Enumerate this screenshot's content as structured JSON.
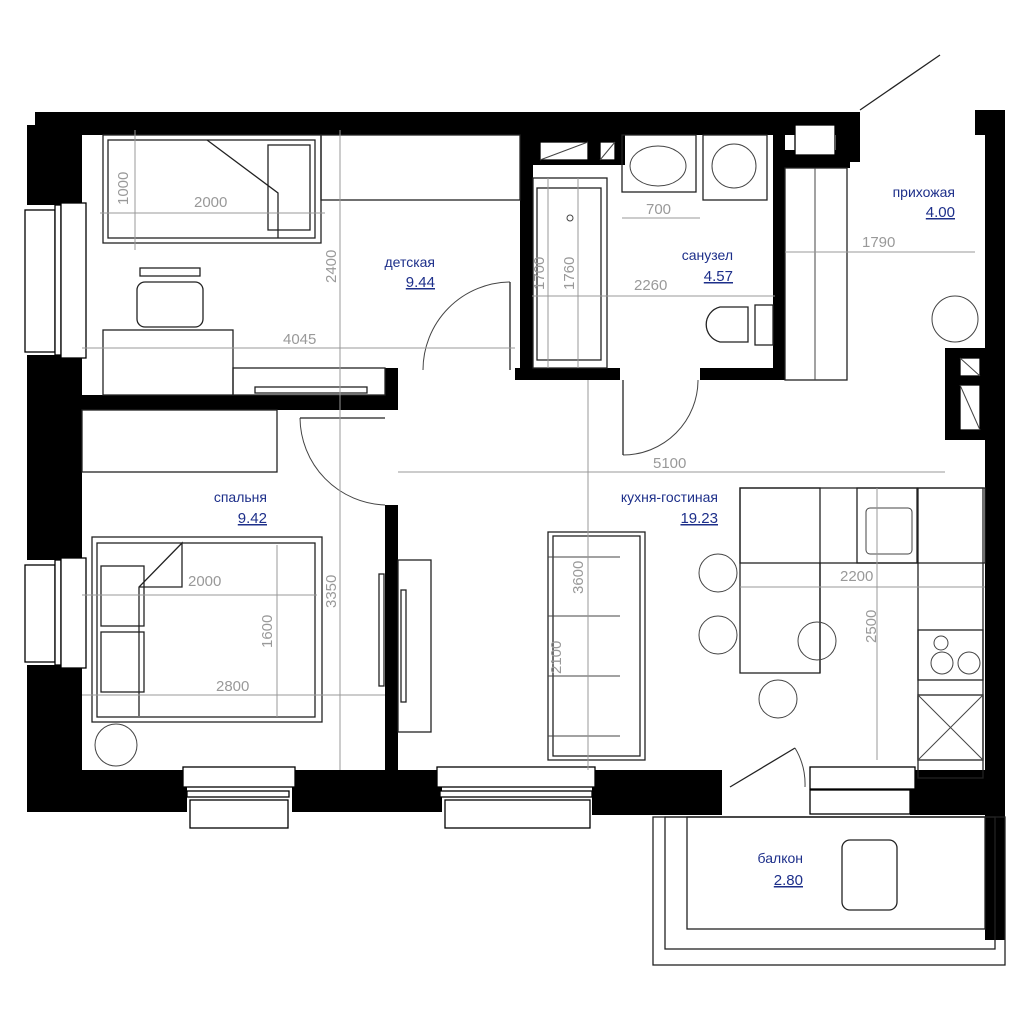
{
  "rooms": {
    "kids": {
      "name": "детская",
      "area": "9.44"
    },
    "bath": {
      "name": "санузел",
      "area": "4.57"
    },
    "hall": {
      "name": "прихожая",
      "area": "4.00"
    },
    "bedroom": {
      "name": "спальня",
      "area": "9.42"
    },
    "living": {
      "name": "кухня-гостиная",
      "area": "19.23"
    },
    "balcony": {
      "name": "балкон",
      "area": "2.80"
    }
  },
  "dimensions": {
    "kids_bed_width": "1000",
    "kids_bed_length": "2000",
    "kids_room_depth": "2400",
    "kids_room_width": "4045",
    "sink_width": "700",
    "bath_tub_1700": "1700",
    "bath_tub_1760": "1760",
    "bath_width": "2260",
    "hall_width": "1790",
    "living_width": "5100",
    "bed_length": "2000",
    "bed_width": "1600",
    "bedroom_depth": "3350",
    "bedroom_width": "2800",
    "living_3600": "3600",
    "sofa_2100": "2100",
    "kitchen_2200": "2200",
    "kitchen_2500": "2500"
  },
  "colors": {
    "labels": "#1d2f8a",
    "walls": "#000000",
    "dimensions": "#999999"
  }
}
